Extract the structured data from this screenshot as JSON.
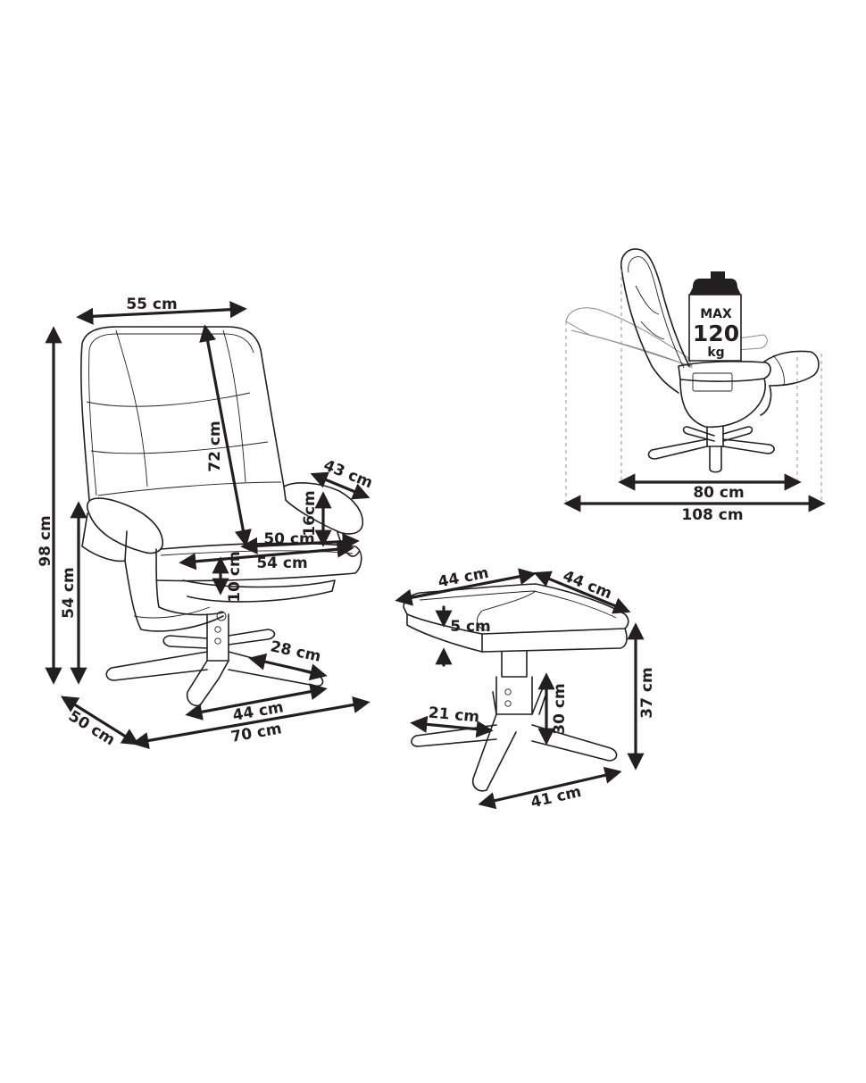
{
  "diagram": {
    "chair": {
      "total_height": "98 cm",
      "seat_height": "54 cm",
      "width": "55 cm",
      "backrest_height": "72 cm",
      "armrest_length": "43 cm",
      "armrest_height": "16cm",
      "seat_depth": "50 cm",
      "seat_width": "54 cm",
      "seat_thickness": "10 cm",
      "base_leg": "28 cm",
      "base_width": "44 cm",
      "overall_depth": "50 cm",
      "overall_width": "70 cm"
    },
    "ottoman": {
      "top_width": "44 cm",
      "top_depth": "44 cm",
      "cushion_thickness": "5 cm",
      "total_height": "37 cm",
      "column_height": "30 cm",
      "base_leg": "21 cm",
      "base_width": "41 cm"
    },
    "recline": {
      "weight_max": "MAX",
      "weight_value": "120",
      "weight_unit": "kg",
      "inner_length": "80 cm",
      "outer_length": "108 cm"
    }
  }
}
